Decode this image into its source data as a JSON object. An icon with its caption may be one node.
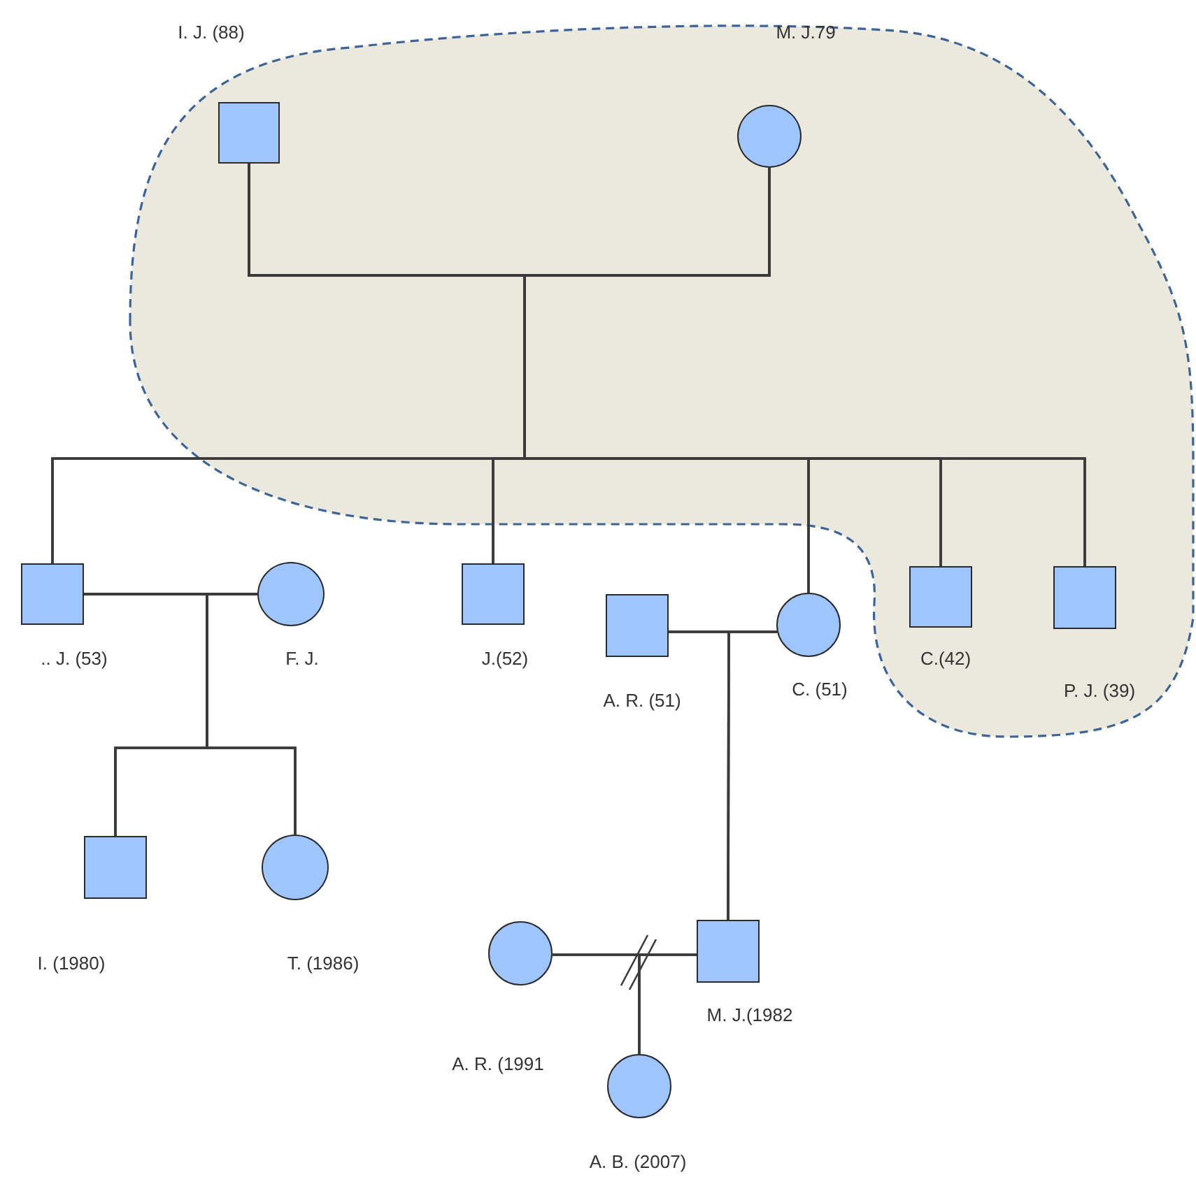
{
  "diagram": {
    "nodes": [
      {
        "text": [],
        "shape": "cloud"
      },
      {
        "text": [],
        "shape": "box",
        "beside": [
          "I. J. (88)"
        ],
        "in": 0
      },
      {
        "text": [],
        "shape": "circle",
        "beside": [
          "M. J.79"
        ],
        "in": 0
      },
      {
        "text": [],
        "shape": "box",
        "beside": [
          ".. J. (53)"
        ]
      },
      {
        "text": [],
        "shape": "circle",
        "beside": [
          "F. J."
        ]
      },
      {
        "text": [],
        "shape": "box",
        "beside": [
          "J.(52)"
        ]
      },
      {
        "text": [],
        "shape": "box",
        "beside": [
          "A. R.   (51)"
        ]
      },
      {
        "text": [],
        "shape": "circle",
        "beside": [
          "C. (51)"
        ]
      },
      {
        "text": [],
        "shape": "box",
        "beside": [
          "C.(42)"
        ],
        "in": 0
      },
      {
        "text": [],
        "shape": "box",
        "beside": [
          "P. J. (39)"
        ],
        "in": 0
      },
      {
        "text": [],
        "shape": "box",
        "beside": [
          "I. (1980)"
        ]
      },
      {
        "text": [],
        "shape": "circle",
        "beside": [
          "T. (1986)"
        ]
      },
      {
        "text": [],
        "shape": "circle",
        "beside": [
          "A. R. (1991"
        ]
      },
      {
        "text": [],
        "shape": "box",
        "beside": [
          "M. J.(1982"
        ]
      },
      {
        "text": [],
        "shape": "circle",
        "beside": [
          "A. B. (2007)"
        ]
      }
    ],
    "edges": [
      {
        "from": 1,
        "to": 2,
        "arrow": "none"
      },
      {
        "from": 1,
        "to": 3,
        "arrow": "none"
      },
      {
        "from": 2,
        "to": 3,
        "arrow": "none"
      },
      {
        "from": 1,
        "to": 5,
        "arrow": "none"
      },
      {
        "from": 2,
        "to": 5,
        "arrow": "none"
      },
      {
        "from": 1,
        "to": 7,
        "arrow": "none"
      },
      {
        "from": 2,
        "to": 7,
        "arrow": "none"
      },
      {
        "from": 1,
        "to": 8,
        "arrow": "none"
      },
      {
        "from": 2,
        "to": 8,
        "arrow": "none"
      },
      {
        "from": 1,
        "to": 9,
        "arrow": "none"
      },
      {
        "from": 2,
        "to": 9,
        "arrow": "none"
      },
      {
        "from": 3,
        "to": 4,
        "arrow": "none"
      },
      {
        "from": 3,
        "to": 10,
        "arrow": "none"
      },
      {
        "from": 4,
        "to": 10,
        "arrow": "none"
      },
      {
        "from": 3,
        "to": 11,
        "arrow": "none"
      },
      {
        "from": 4,
        "to": 11,
        "arrow": "none"
      },
      {
        "from": 6,
        "to": 7,
        "arrow": "none"
      },
      {
        "from": 6,
        "to": 13,
        "arrow": "none"
      },
      {
        "from": 7,
        "to": 13,
        "arrow": "none"
      },
      {
        "from": 12,
        "to": 13,
        "arrow": "none"
      },
      {
        "from": 12,
        "to": 14,
        "arrow": "none"
      },
      {
        "from": 13,
        "to": 14,
        "arrow": "none"
      }
    ]
  }
}
